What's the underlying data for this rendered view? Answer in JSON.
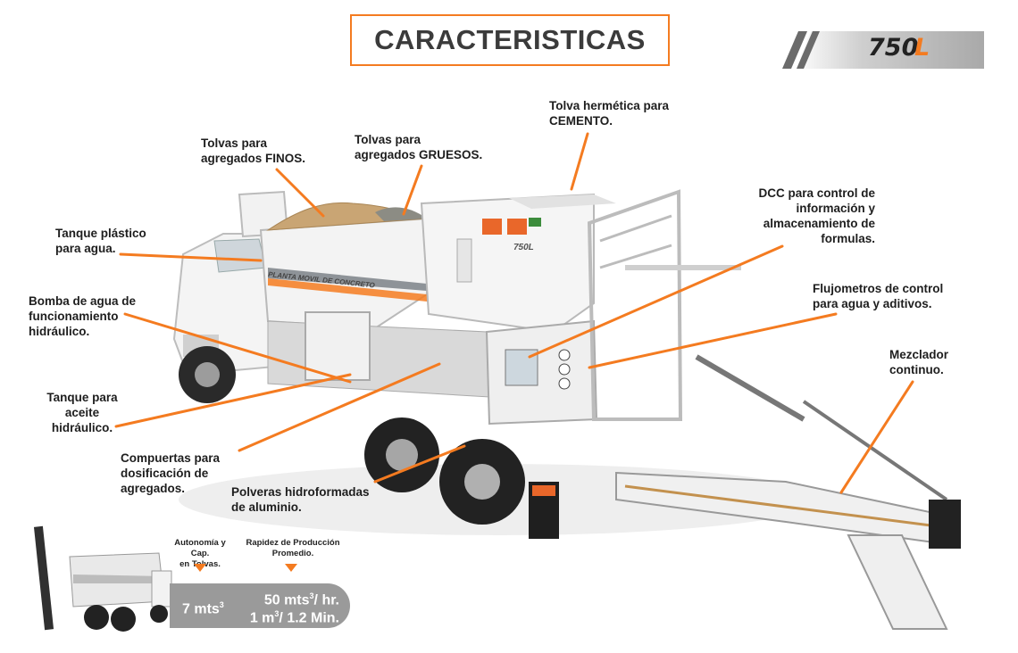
{
  "header": {
    "title": "CARACTERISTICAS",
    "model": "750",
    "model_suffix": "L",
    "accent_color": "#f47b20"
  },
  "truck_markings": {
    "side_text": "PLANTA MOVIL DE CONCRETO",
    "model_tag": "750L"
  },
  "callouts": [
    {
      "id": "tolvas-finos",
      "text": "Tolvas para\nagregados FINOS."
    },
    {
      "id": "tolvas-gruesos",
      "text": "Tolvas para\nagregados GRUESOS."
    },
    {
      "id": "tolva-cemento",
      "text": "Tolva hermética para\nCEMENTO."
    },
    {
      "id": "dcc",
      "text": "DCC para control de\ninformación y\nalmacenamiento de\nformulas."
    },
    {
      "id": "tanque-agua",
      "text": "Tanque plástico\npara agua."
    },
    {
      "id": "flujometros",
      "text": "Flujometros de control\npara agua y aditivos."
    },
    {
      "id": "bomba-agua",
      "text": "Bomba de agua de\nfuncionamiento\nhidráulico."
    },
    {
      "id": "mezclador",
      "text": "Mezclador\ncontinuo."
    },
    {
      "id": "tanque-aceite",
      "text": "Tanque para\naceite\nhidráulico."
    },
    {
      "id": "compuertas",
      "text": "Compuertas para\ndosificación de\n agregados."
    },
    {
      "id": "polveras",
      "text": "Polveras hidroformadas\nde aluminio."
    }
  ],
  "specs": {
    "autonomia_label": "Autonomía y Cap.\nen Tolvas.",
    "rapidez_label": "Rapidez de Producción\nPromedio.",
    "autonomia_value": "7 mts",
    "autonomia_sup": "3",
    "rapidez_value_1": "50 mts",
    "rapidez_value_1_sup": "3",
    "rapidez_value_1_suffix": "/ hr.",
    "rapidez_value_2_pre": "1 m",
    "rapidez_value_2_sup": "3",
    "rapidez_value_2_suffix": "/ 1.2 Min."
  }
}
